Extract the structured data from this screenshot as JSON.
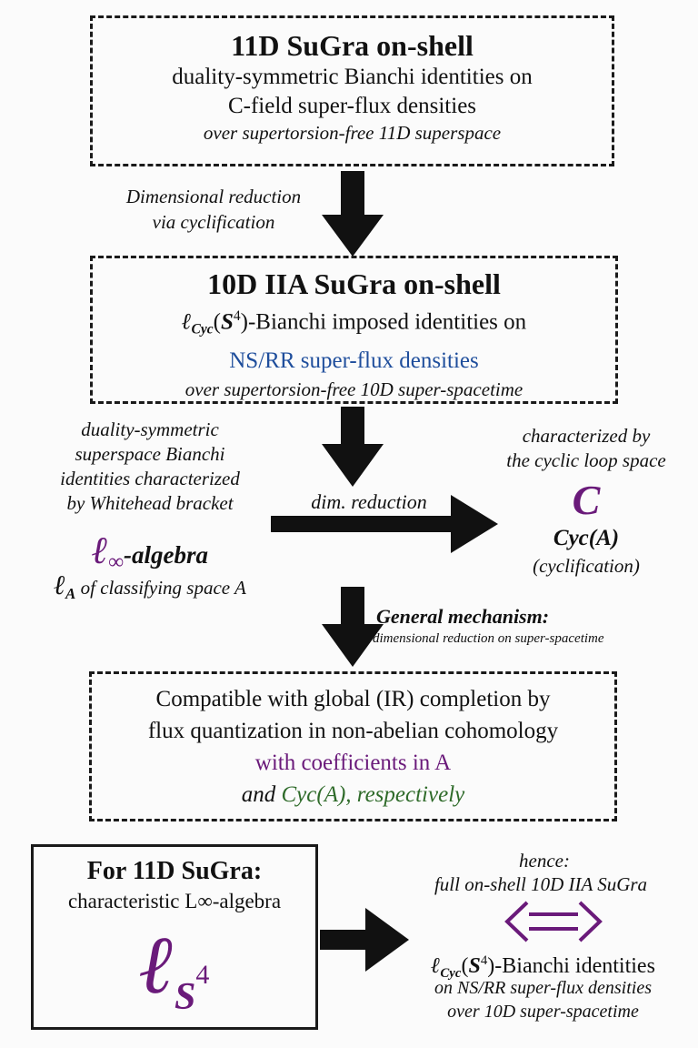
{
  "box1": {
    "title": "11D SuGra on-shell",
    "line1": "duality-symmetric Bianchi identities on",
    "line2": "C-field super-flux densities",
    "line3": "over supertorsion-free 11D superspace"
  },
  "arrow1_label": {
    "line1": "Dimensional reduction",
    "line2": "via cyclification"
  },
  "box2": {
    "title": "10D IIA SuGra on-shell",
    "line1_prefix": "ℓ",
    "line1_sub": "Cyc",
    "line1_paren_open": "(",
    "line1_S": "S",
    "line1_sup": "4",
    "line1_paren_close": ")",
    "line1_rest": "-Bianchi imposed identities on",
    "line2": "NS/RR super-flux densities",
    "line3": "over supertorsion-free 10D super-spacetime"
  },
  "left_text": {
    "line1": "duality-symmetric",
    "line2": "superspace Bianchi",
    "line3": "identities characterized",
    "line4": "by Whitehead bracket",
    "linf_symbol": "ℓ",
    "linf_sub": "∞",
    "linf_rest": "-algebra",
    "lA_symbol": "ℓ",
    "lA_sub": "A",
    "lA_rest": " of classifying space A"
  },
  "mid_arrow_label": "dim. reduction",
  "right_text": {
    "line1": "characterized by",
    "line2": "the cyclic loop space",
    "symbol": "C",
    "cyc": "Cyc(A)",
    "cyclification": "(cyclification)"
  },
  "arrow3_label": {
    "line1": "General mechanism:",
    "line2": "dimensional reduction on super-spacetime"
  },
  "box3": {
    "line1": "Compatible with global (IR) completion by",
    "line2": "flux quantization in non-abelian cohomology",
    "line3": "with coefficients in A",
    "line4_and": "and ",
    "line4_cyc": "Cyc(A), respectively"
  },
  "box4": {
    "title": "For 11D SuGra:",
    "line1": "characteristic L∞-algebra",
    "big_symbol": "ℓ",
    "big_sub": "S",
    "big_sup": "4"
  },
  "bottom_right": {
    "hence": "hence:",
    "line1": "full on-shell 10D IIA SuGra",
    "line2_prefix": "ℓ",
    "line2_sub": "Cyc",
    "line2_paren_open": "(",
    "line2_S": "S",
    "line2_sup": "4",
    "line2_paren_close": ")",
    "line2_rest": "-Bianchi identities",
    "line3": "on NS/RR super-flux densities",
    "line4": "over 10D super-spacetime"
  },
  "colors": {
    "purple": "#6a1a7a",
    "blue": "#1f4e9c",
    "green": "#2f6b2a",
    "stroke": "#111111"
  },
  "icons": {
    "down_arrow": "down-arrow-icon",
    "right_arrow": "right-arrow-icon",
    "double_arrow": "double-arrow-icon"
  }
}
